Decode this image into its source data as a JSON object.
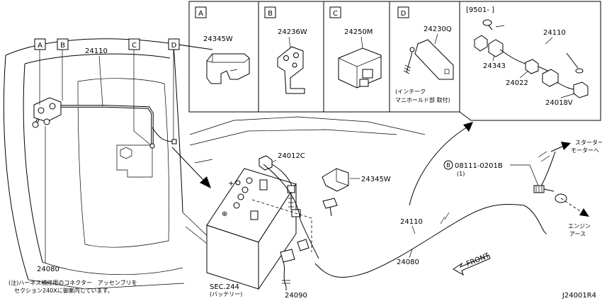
{
  "diagram_id": "J24001R4",
  "vehicle_callouts": {
    "a": "A",
    "b": "B",
    "c": "C",
    "d": "D",
    "harness_top": "24110",
    "harness_bottom": "24080"
  },
  "detail_panels": [
    {
      "letter": "A",
      "part": "24345W"
    },
    {
      "letter": "B",
      "part": "24236W"
    },
    {
      "letter": "C",
      "part": "24250M"
    },
    {
      "letter": "D",
      "part": "24230Q",
      "note_line1": "(インテーク",
      "note_line2": "マニホールド部 取付)"
    }
  ],
  "inset": {
    "date_code": "[9501-      ]",
    "parts": {
      "harness": "24110",
      "connector_a": "24343",
      "connector_b": "24022",
      "connector_c": "24018V"
    }
  },
  "battery_area": {
    "clip_part": "24012C",
    "protector_part": "24345W",
    "battery_sec": "SEC.244",
    "battery_name": "(バッテリー)",
    "harness_battery": "24090",
    "harness_main": "24110",
    "harness_body": "24080"
  },
  "bolt": {
    "symbol": "B",
    "part": "08111-0201B",
    "qty": "(1)"
  },
  "destinations": {
    "starter_line1": "スターター",
    "starter_line2": "モーターへ",
    "engine_line1": "エンジン",
    "engine_line2": "アース"
  },
  "front_label": "FRONT",
  "footnote": {
    "line1": "(注)ハーネス補修用のコネクター　アッセンブリを",
    "line2": "セクション240Xに御案内しています。"
  }
}
